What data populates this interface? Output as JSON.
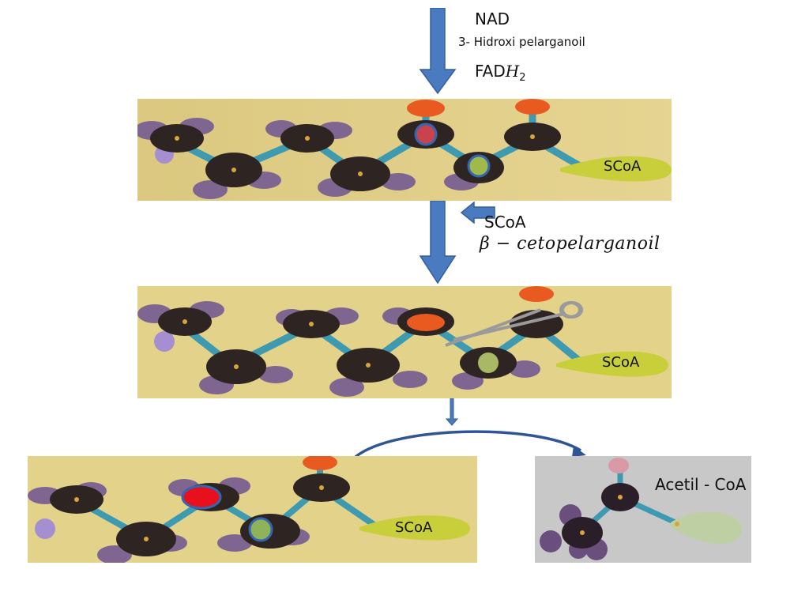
{
  "step1": {
    "cofactor_in": "NAD",
    "name": "3- Hidroxi pelarganoil",
    "cofactor_out": "FAD",
    "cofactor_out_sub": "2",
    "cofactor_out_h": "H"
  },
  "step2": {
    "input": "SCoA",
    "name_beta": "β",
    "name_rest": "− cetopelarganoil"
  },
  "photos": {
    "p1_tag": "SCoA",
    "p2_tag": "SCoA",
    "p3_tag": "SCoA",
    "p4_label": "Acetil - CoA"
  },
  "colors": {
    "arrow": "#4a7ac0",
    "arrow_border": "#365f99",
    "paper": "#e3d28a",
    "paper_gray": "#c8c8c8",
    "carbon": "#2d2422",
    "hydrogen": "#7e6690",
    "oxygen": "#e85a1f",
    "stick": "#3d9ab0",
    "coa_tag": "#c9cf3a"
  }
}
